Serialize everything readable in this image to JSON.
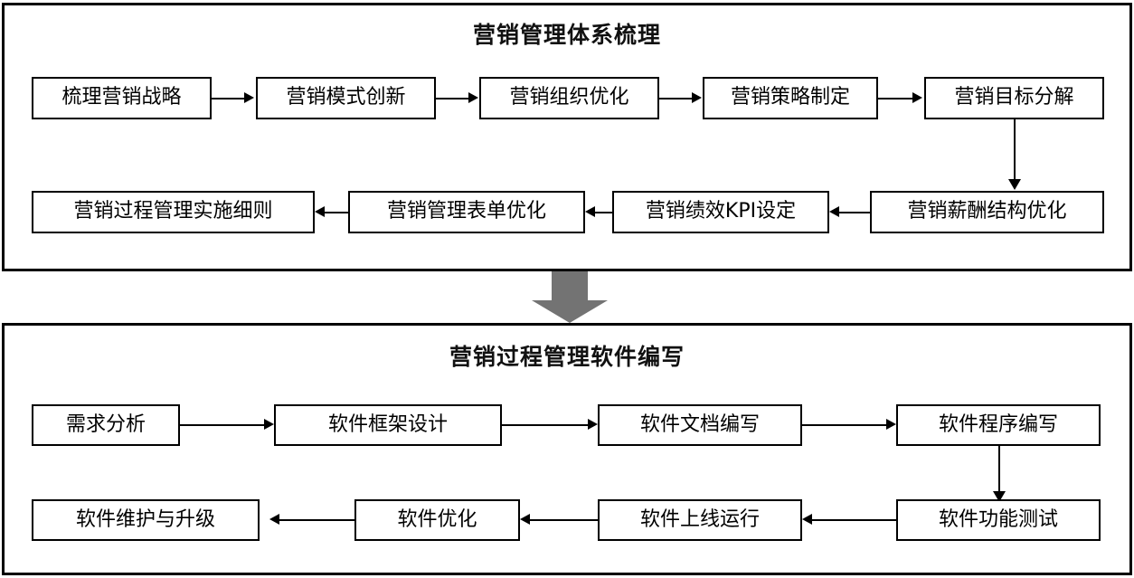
{
  "diagram": {
    "type": "flowchart",
    "panels": [
      {
        "id": "marketing-system",
        "title": "营销管理体系梳理",
        "rows": [
          {
            "direction": "left-to-right",
            "nodes": [
              "梳理营销战略",
              "营销模式创新",
              "营销组织优化",
              "营销策略制定",
              "营销目标分解"
            ]
          },
          {
            "direction": "right-to-left",
            "nodes": [
              "营销过程管理实施细则",
              "营销管理表单优化",
              "营销绩效KPI设定",
              "营销薪酬结构优化"
            ]
          }
        ]
      },
      {
        "id": "software-development",
        "title": "营销过程管理软件编写",
        "rows": [
          {
            "direction": "left-to-right",
            "nodes": [
              "需求分析",
              "软件框架设计",
              "软件文档编写",
              "软件程序编写"
            ]
          },
          {
            "direction": "right-to-left",
            "nodes": [
              "软件维护与升级",
              "软件优化",
              "软件上线运行",
              "软件功能测试"
            ]
          }
        ]
      }
    ],
    "connector": {
      "name": "block-arrow-down",
      "color": "#737373"
    },
    "colors": {
      "stroke": "#000000",
      "background": "#ffffff",
      "block_arrow": "#737373"
    }
  }
}
